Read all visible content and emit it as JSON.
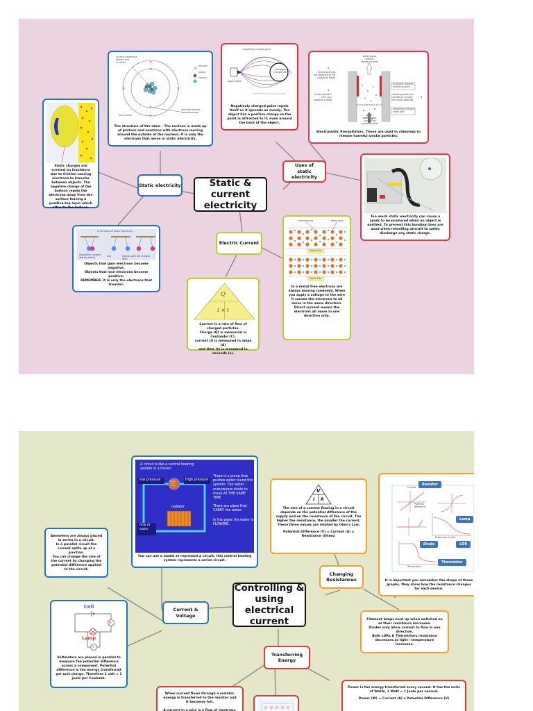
{
  "colors": {
    "slide1_background": "#ebd3e1",
    "slide2_background": "#e5e8c8",
    "blue": "#1f73c1",
    "red": "#e1383e",
    "lime": "#b6cf2a",
    "orange": "#f2a02b",
    "connector": "#8a8a8a"
  },
  "slide1": {
    "central": "Static & current electricity",
    "branches": {
      "static": "Static electricity",
      "uses": "Uses of static electricity",
      "current": "Electric Current"
    },
    "cards": {
      "atom": {
        "labels": {
          "nucleus": "nucleus containing\nprotons and\nneutrons",
          "electron": "electron",
          "proton": "proton",
          "neutron": "neutron",
          "moving": "electrons moving\naround nucleus",
          "scale": "not to scale"
        },
        "caption": "The structure of the atom - The nucleus is made up of protons and neutrons with electrons moving around the outside of the nucleus. It is only the electrons that move in static electricity."
      },
      "balloon": {
        "caption": "Static charges are created on insulators due to friction causing electrons to transfer between objects. The negative charge of the balloon repels the electrons away from the surface leaving a positive top layer which attracts the balloon."
      },
      "paint": {
        "labels": {
          "top": "negatively charged paint",
          "nozzle": "spray nozzle",
          "object": "positively\ncharged item",
          "bottom": "electrostatic painting process"
        },
        "caption": "Negatively charged paint repels itself so it spreads as evenly. The object has a positive charge so the paint is attracted to it, even around the back of the object."
      },
      "precipitator": {
        "labels": {
          "top": "waste gases\nwithout\nsmoke particles",
          "step2": "2",
          "step2_text": "smoke particles\nare attracted to the\ncollecting plates",
          "step1": "1",
          "step1_text": "smoke particles\npick up a\nnegative charge",
          "plate": "positively charged\ncollecting plate",
          "knocked": "collecting plates are\nknocked to remove\nthe smoke particles",
          "step3": "3",
          "grid": "negatively charged\nmetal grid",
          "bottom": "waste gases\ncontaining\nsmoke particles"
        },
        "caption": "Electrostatic Precipitators. These are used in chimneys to remove harmful smoke particles."
      },
      "aircraft": {
        "caption": "Too much static electricity can cause a spark to be produced when an object is earthed. To prevent this bonding lines are used when refuelling aircraft to safely discharge any static charge."
      },
      "charges": {
        "title": "In the world of Static Electricity...",
        "left_label": "Oppositely charged\nobjects attract",
        "and": "and",
        "right_label": "Objects with like charges repel",
        "caption": "Objects that gain electrons become negative.\nObjects that lose electrons become positive.\nREMEMBER, it is only the electrons that transfer."
      },
      "metal": {
        "labels": {
          "free": "Free electrons",
          "atom": "Metal atom",
          "fig_a": "Figure 1(a)",
          "fig_b": "Figure 1(b)"
        },
        "caption": "In a metal free electrons are always moving randomly. When you apply a voltage to the wire it causes the electrons to all move in the same direction. Direct current means the electrons all move in one direction only."
      },
      "triangle": {
        "top": "Q",
        "bottom": "I × t",
        "caption": "Current is a rate of flow of charged particles.\nCharge (Q) is measured in Coulombs (C),\ncurrent (I) is measured in amps (A)\nand time (t) is measured in seconds (s)."
      }
    }
  },
  "slide2": {
    "central": "Controlling & using electrical current",
    "branches": {
      "current_voltage": "Current & Voltage",
      "changing": "Changing Resistances",
      "transferring": "Transferring Energy"
    },
    "cards": {
      "heating": {
        "intro": "A circuit is like a central heating\nsystem in a house:",
        "low": "low pressure",
        "high": "High pressure",
        "pump": "Boiler\nand\npump",
        "radiator": "radiator",
        "flow": "flow of\nwater",
        "text1": "There is a pump that pushes water round the system. The water everywhere starts to move AT THE SAME TIME.",
        "text2": "There are pipes that CARRY the water.",
        "text3": "In the pipes the water is FLOWING.",
        "caption": "You can use a model to represent a circuit, this central heating system represents a series circuit."
      },
      "ammeter": {
        "caption": "Ammeters are always placed in series in a circuit.\nIn a parallel circuit the current splits up at a junction.\nYou can change the size of the current by changing the potential difference applied to the circuit."
      },
      "voltmeter": {
        "cell": "Cell",
        "lamp": "Lamp",
        "ammeter_symbol": "A",
        "voltmeter_symbol": "V",
        "caption": "Voltmeters are placed in parallel to measure the potential difference across a component. Potential difference is the energy transferred per unit charge. Therefore 1 volt = 1 joule per Coulomb."
      },
      "ohms": {
        "v": "V",
        "i": "I",
        "r": "R",
        "caption": "The size of a current flowing in a circuit depends on the potential difference of the supply and on the resistance of the circuit. The higher the resistance, the smaller the current. These three values are related by Ohm's Law.",
        "formula": "Potential Difference (V) = Current (A) x Resistance (Ohms)"
      },
      "graphs": {
        "tags": [
          "Resistor",
          "Lamp",
          "Diode",
          "LDR",
          "Thermistor"
        ],
        "axis_labels": {
          "current": "Current",
          "pd": "Potential\ndifference",
          "resistance": "Resistance",
          "brightness": "Brightness of light",
          "temperature": "Temperature"
        },
        "caption": "It is important you remember the shape of these graphs, they show how the resistance changes for each device."
      },
      "filament": {
        "caption": "Filament lamps heat up when switched on as their resistance increases.\nDiodes only allow current to flow in one direction.\nBoth LDRs & Thermistors resistance decreases as light / temperature increases."
      },
      "resistor_heat": {
        "caption": "When current flows through a resistor, energy is transferred to the resistor and it becomes hot.\n\nA current in a wire is a flow of electrons. As the"
      },
      "power": {
        "caption": "Power is the energy transferred every second. It has the units of Watts, 1 Watt = 1 Joule per second.",
        "formula": "Power (W) = Current (A) x Potential Difference (V)"
      }
    }
  }
}
